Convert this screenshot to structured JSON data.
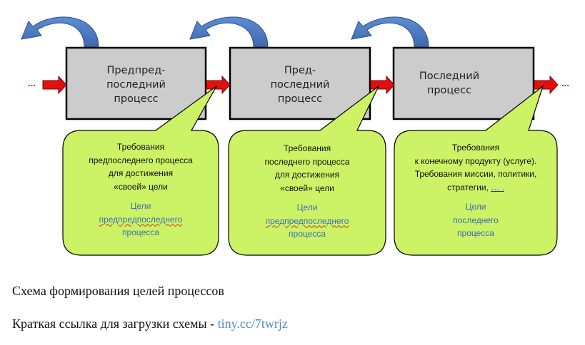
{
  "diagram": {
    "colors": {
      "process_fill": "#cccccc",
      "callout_fill": "#ccf266",
      "flow_arrow": "#e01010",
      "feedback_arrow": "#4f7ec4",
      "goal_text": "#3b6fb6"
    },
    "leading_ellipsis": "...",
    "trailing_ellipsis": "...",
    "processes": [
      {
        "label": "Предпред-\nпоследний\nпроцесс"
      },
      {
        "label": "Пред-\nпоследний\nпроцесс"
      },
      {
        "label": "Последний\nпроцесс"
      }
    ],
    "callouts": [
      {
        "requirements": [
          "Требования",
          "предпоследнего процесса",
          "для достижения",
          "«своей» цели"
        ],
        "goal": [
          "Цели",
          "предпредпоследнего",
          "процесса"
        ]
      },
      {
        "requirements": [
          "Требования",
          "последнего процесса",
          "для достижения",
          "«своей» цели"
        ],
        "goal": [
          "Цели",
          "предпредпоследнего",
          "процесса"
        ]
      },
      {
        "requirements": [
          "Требования",
          "к конечному продукту (услуге).",
          "Требования миссии, политики,",
          "стратегии,",
          "… ."
        ],
        "goal": [
          "Цели",
          "последнего",
          "процесса"
        ]
      }
    ]
  },
  "captions": {
    "title": "Схема формирования целей процессов",
    "link_prefix": "Краткая ссылка для загрузки схемы - ",
    "link_text": "tiny.cc/7twrjz"
  }
}
